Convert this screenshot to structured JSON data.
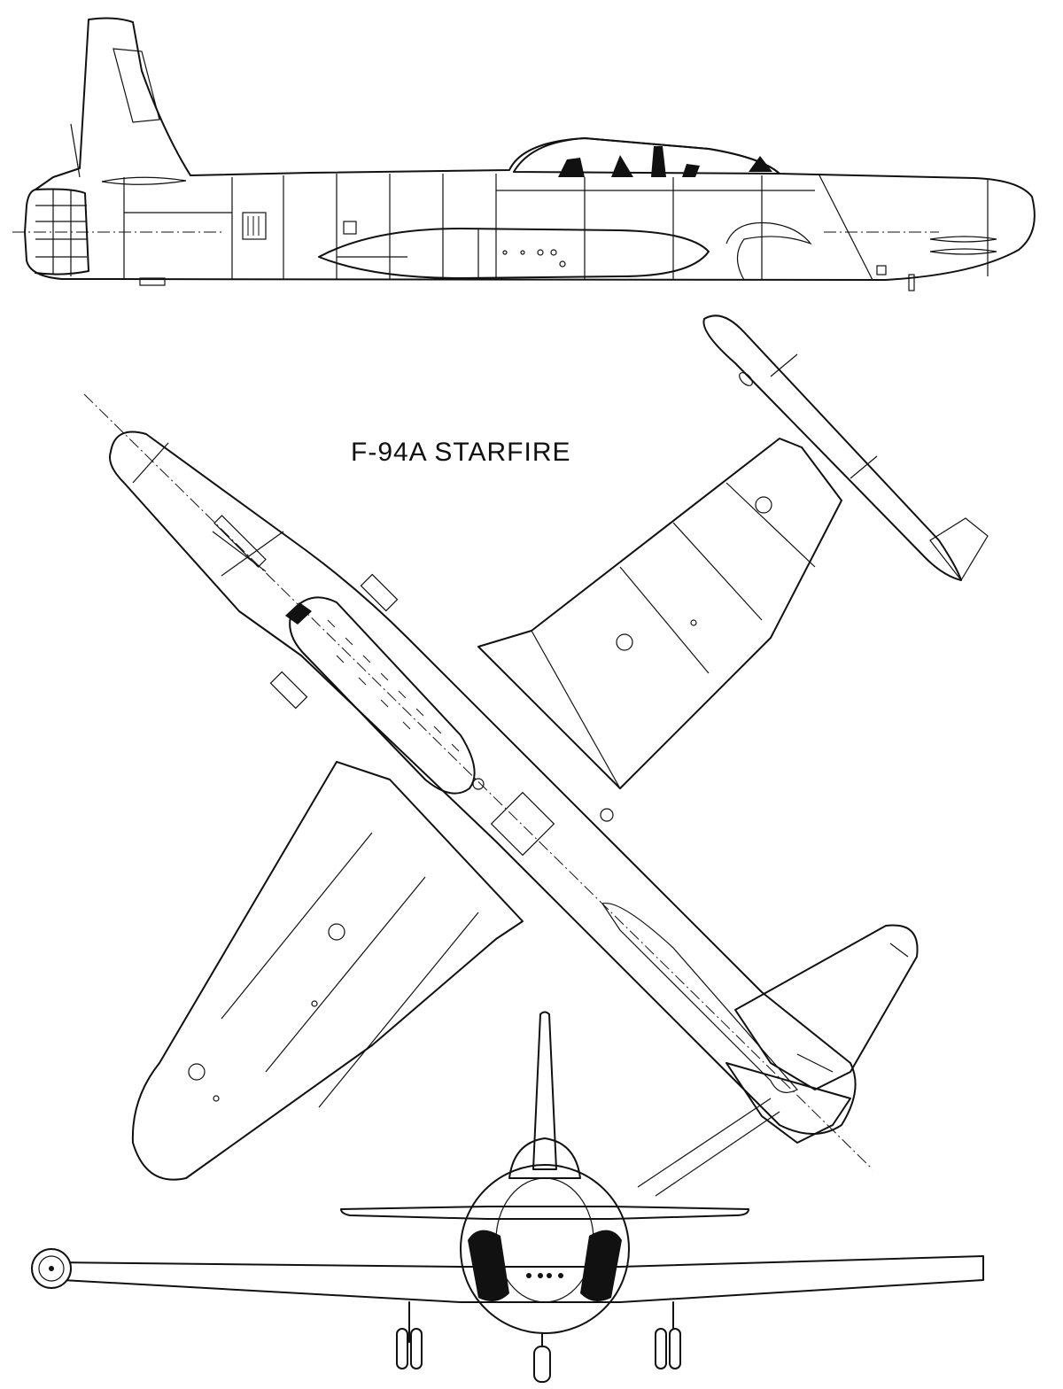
{
  "title": "F-94A  STARFIRE",
  "views": [
    "side-view",
    "top-view",
    "front-view"
  ]
}
